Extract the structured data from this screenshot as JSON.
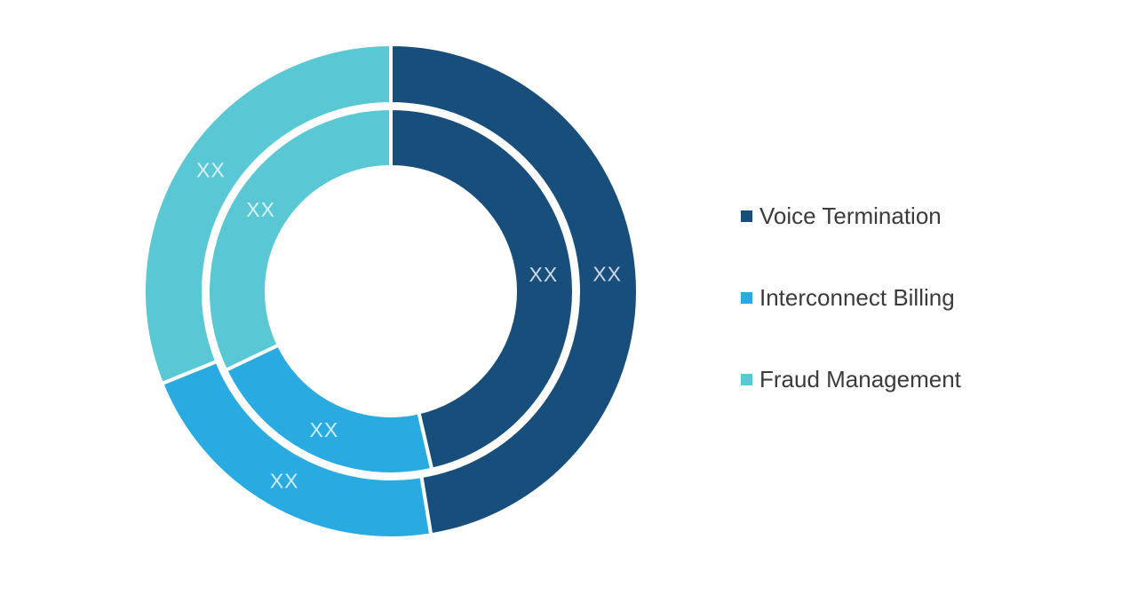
{
  "chart_data": {
    "type": "donut",
    "title": "",
    "categories": [
      "Voice Termination",
      "Interconnect Billing",
      "Fraud Management"
    ],
    "colors": [
      "#174E7C",
      "#29ABE2",
      "#5AC8D4"
    ],
    "series": [
      {
        "name": "outer-ring",
        "values": [
          47.4,
          21.5,
          31.1
        ],
        "labels": [
          "XX",
          "XX",
          "XX"
        ]
      },
      {
        "name": "inner-ring",
        "values": [
          46.4,
          21.5,
          32.1
        ],
        "labels": [
          "XX",
          "XX",
          "XX"
        ]
      }
    ],
    "start_angle_deg": 0,
    "direction": "clockwise",
    "legend_position": "right",
    "slice_label_text_color": "rgba(255,255,255,0.78)",
    "slice_border_color": "#FFFFFF"
  },
  "legend": {
    "items": [
      {
        "label": "Voice Termination",
        "color": "#174E7C"
      },
      {
        "label": "Interconnect Billing",
        "color": "#29ABE2"
      },
      {
        "label": "Fraud Management",
        "color": "#5AC8D4"
      }
    ]
  }
}
